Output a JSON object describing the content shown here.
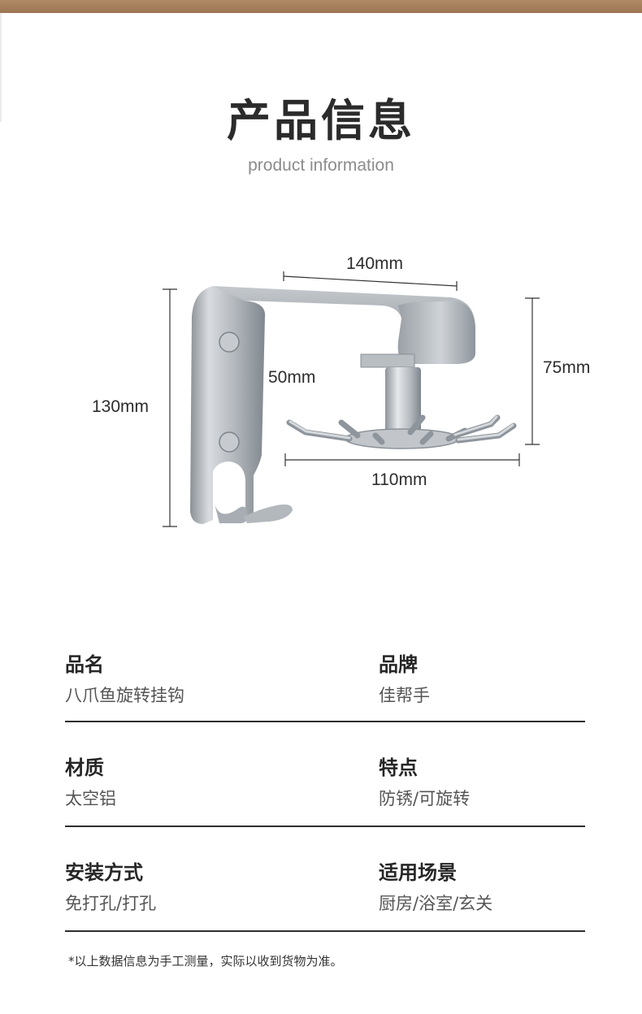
{
  "header": {
    "title": "产品信息",
    "subtitle": "product information"
  },
  "product": {
    "dimensions": {
      "width_top": "140mm",
      "depth": "50mm",
      "height": "130mm",
      "hook_height": "75mm",
      "hook_width": "110mm"
    },
    "colors": {
      "metal_light": "#d7dadd",
      "metal_mid": "#aeb3b8",
      "metal_dark": "#7f868d"
    }
  },
  "specs": [
    {
      "left": {
        "label": "品名",
        "value": "八爪鱼旋转挂钩"
      },
      "right": {
        "label": "品牌",
        "value": "佳帮手"
      }
    },
    {
      "left": {
        "label": "材质",
        "value": "太空铝"
      },
      "right": {
        "label": "特点",
        "value": "防锈/可旋转"
      }
    },
    {
      "left": {
        "label": "安装方式",
        "value": "免打孔/打孔"
      },
      "right": {
        "label": "适用场景",
        "value": "厨房/浴室/玄关"
      }
    }
  ],
  "footnote": "*以上数据信息为手工测量，实际以收到货物为准。",
  "colors": {
    "accent_bar": "#a47e5c",
    "divider": "#2e2e2e"
  }
}
